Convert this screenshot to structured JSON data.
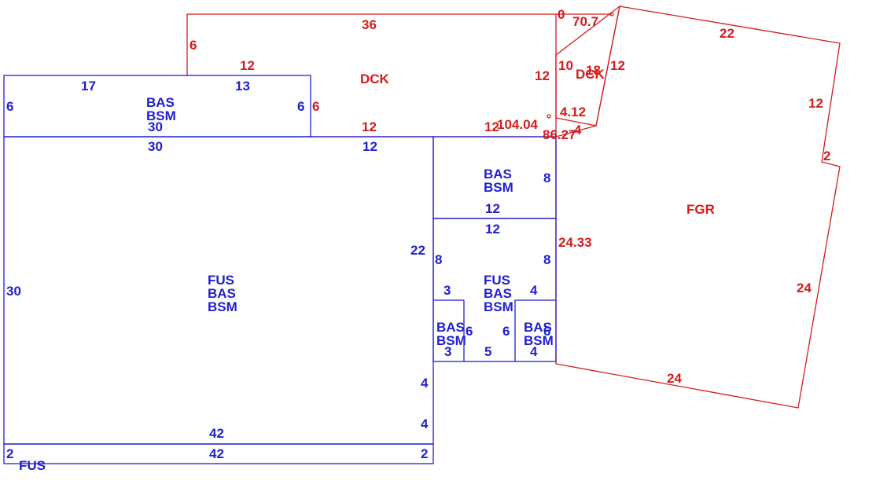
{
  "colors": {
    "building": "#1f1fcf",
    "addition": "#d41c1c"
  },
  "areas": {
    "main": [
      "FUS",
      "BAS",
      "BSM"
    ],
    "upper_left": [
      "BAS",
      "BSM"
    ],
    "right_upper": [
      "BAS",
      "BSM"
    ],
    "right_middle": [
      "FUS",
      "BAS",
      "BSM"
    ],
    "small_left": [
      "BAS",
      "BSM"
    ],
    "small_right": [
      "BAS",
      "BSM"
    ],
    "bottom_strip": "FUS",
    "deck_top": "DCK",
    "deck_small": "DCK",
    "garage": "FGR"
  },
  "dims_blue": {
    "ul_top": "17",
    "ul_top2": "13",
    "ul_left": "6",
    "ul_right": "6",
    "ul_bottom": "30",
    "main_top": "30",
    "main_top_right": "12",
    "main_left": "30",
    "main_right": "22",
    "main_bottom": "42",
    "main_step1": "4",
    "main_step2": "4",
    "strip_left": "2",
    "strip_bottom": "42",
    "strip_right": "2",
    "ru_right": "8",
    "ru_bottom": "12",
    "rm_top": "12",
    "rm_left": "8",
    "rm_right": "8",
    "rm_inner_left": "3",
    "rm_inner_right": "4",
    "sl_inner": "6",
    "sl_bottom": "3",
    "mid_inner": "6",
    "mid_bottom": "5",
    "sr_inner": "6",
    "sr_bottom": "4"
  },
  "dims_red": {
    "dck_top": "36",
    "dck_left": "6",
    "dck_step": "12",
    "dck_step_right": "6",
    "dck_bottom": "12",
    "dck_right": "12",
    "dck_bottom_right": "12",
    "dck_pt0": "0",
    "dck_pt1": "70.7",
    "dck_pt2": "10",
    "dck_pt3": "18",
    "dck_pt4": "12",
    "dck_pt5": "4.12",
    "dck_pt6": "4",
    "dck_pt7": "104.04",
    "dck_pt8": "86.27",
    "fgr_top": "22",
    "fgr_right": "12",
    "fgr_notch": "2",
    "fgr_right2": "24",
    "fgr_bottom": "24",
    "fgr_left": "24.33"
  }
}
